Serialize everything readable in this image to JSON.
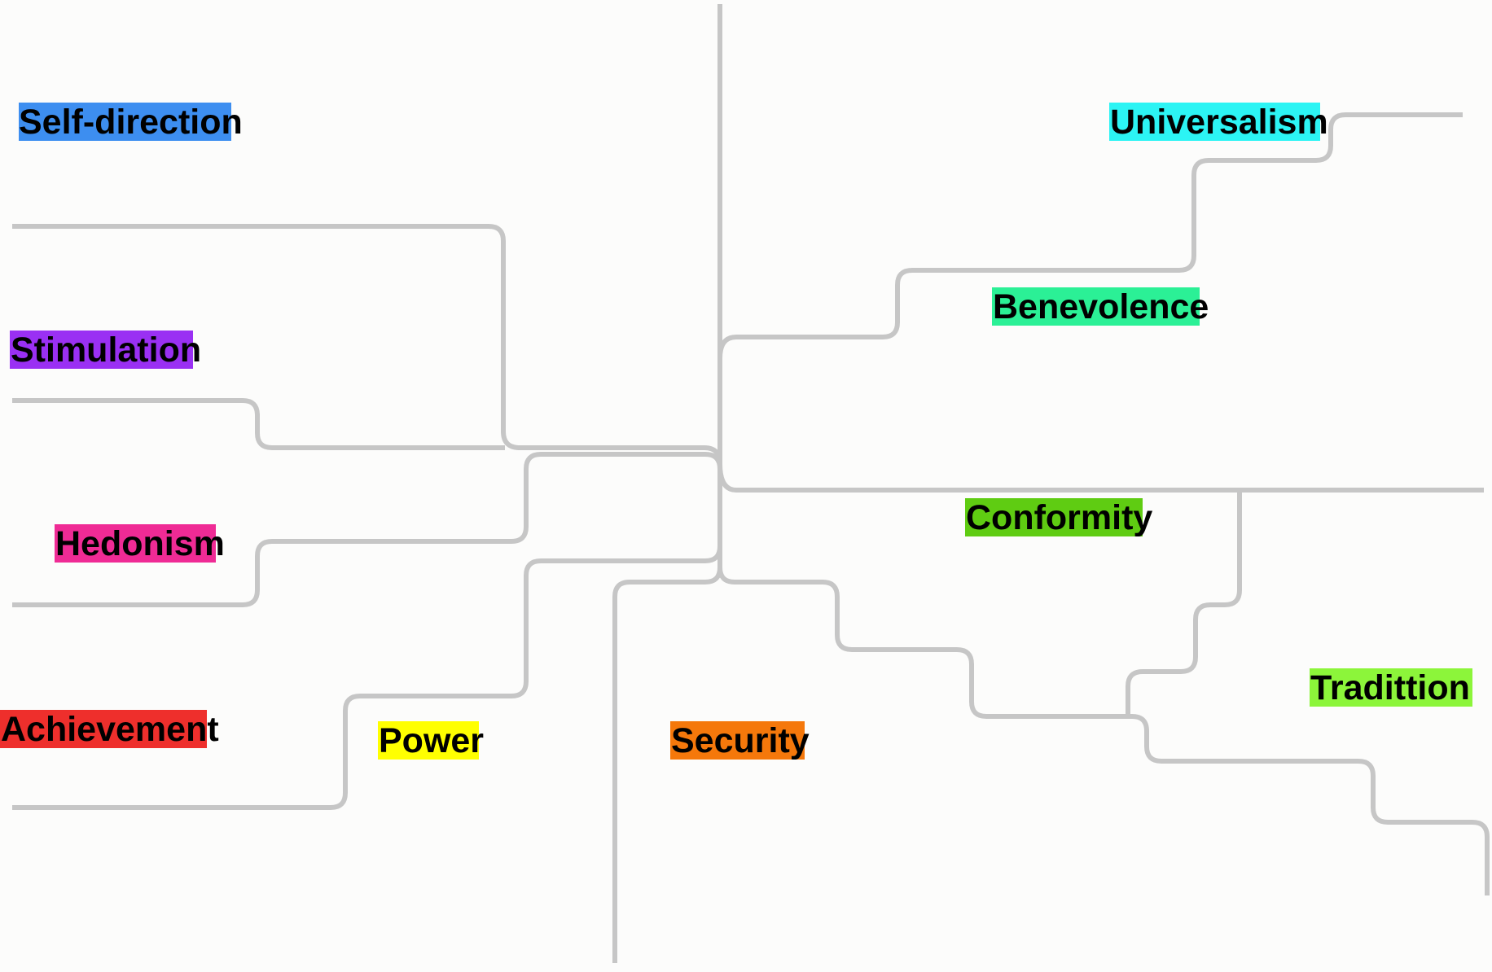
{
  "diagram": {
    "values": [
      {
        "id": "self-direction",
        "label": "Self-direction",
        "color": "#3d8ef0"
      },
      {
        "id": "stimulation",
        "label": "Stimulation",
        "color": "#9a30f3"
      },
      {
        "id": "hedonism",
        "label": "Hedonism",
        "color": "#ef2b95"
      },
      {
        "id": "achievement",
        "label": "Achievement",
        "color": "#ee2f2c"
      },
      {
        "id": "power",
        "label": "Power",
        "color": "#ffff00"
      },
      {
        "id": "security",
        "label": "Security",
        "color": "#f5780b"
      },
      {
        "id": "conformity",
        "label": "Conformity",
        "color": "#5fcc12"
      },
      {
        "id": "tradition",
        "label": "Tradittion",
        "color": "#8cf53a"
      },
      {
        "id": "benevolence",
        "label": "Benevolence",
        "color": "#2bf096"
      },
      {
        "id": "universalism",
        "label": "Universalism",
        "color": "#2cf4f4"
      }
    ],
    "line_color": "#c6c6c6",
    "background_color": "#fcfcfb"
  }
}
